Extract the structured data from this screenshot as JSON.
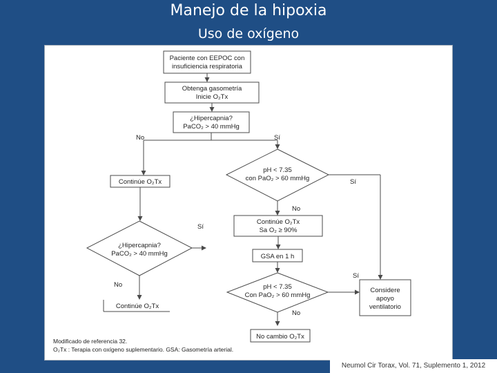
{
  "slide": {
    "title": "Manejo de la hipoxia",
    "subtitle": "Uso de oxígeno",
    "citation": "Neumol Cir Torax, Vol. 71, Suplemento 1, 2012"
  },
  "flowchart": {
    "start": [
      "Paciente con EEPOC con",
      "insuficiencia respiratoria"
    ],
    "gasometry": [
      "Obtenga gasometría",
      "Inicie O₂Tx"
    ],
    "hypercapnia1": [
      "¿Hipercapnia?",
      "PaCO₂ > 40 mmHg"
    ],
    "continue_left": "Continúe O₂Tx",
    "ph1": [
      "pH < 7.35",
      "con PaO₂ > 60 mmHg"
    ],
    "continue_mid": [
      "Continúe O₂Tx",
      "Sa O₂ ≥ 90%"
    ],
    "gsa": "GSA en 1 h",
    "hypercapnia2": [
      "¿Hipercapnia?",
      "PaCO₂ > 40 mmHg"
    ],
    "continue_bottom": "Continúe O₂Tx",
    "ph2": [
      "pH < 7.35",
      "Con PaO₂ > 60 mmHg"
    ],
    "no_change": "No cambio O₂Tx",
    "ventilatory": [
      "Considere",
      "apoyo",
      "ventilatorio"
    ],
    "labels": {
      "yes": "Sí",
      "no": "No"
    }
  },
  "footnotes": [
    "Modificado de referencia 32.",
    "O₂Tx : Terapia con oxígeno suplementario. GSA: Gasometría arterial."
  ]
}
